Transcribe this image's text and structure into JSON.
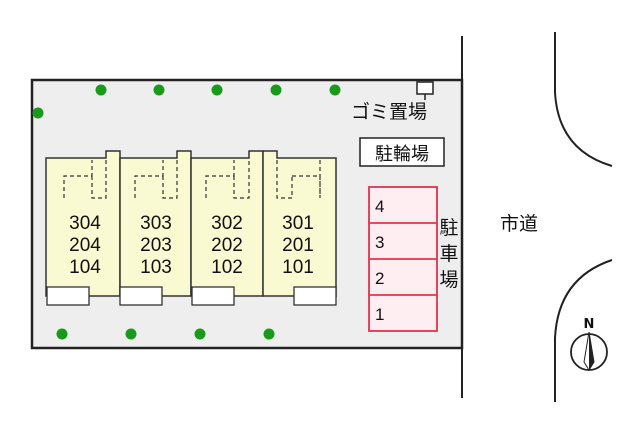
{
  "labels": {
    "garbage": "ゴミ置場",
    "bicycle": "駐輪場",
    "parking_chars": [
      "駐",
      "車",
      "場"
    ],
    "road": "市道",
    "north": "N"
  },
  "buildings": [
    {
      "floors": [
        "304",
        "204",
        "104"
      ]
    },
    {
      "floors": [
        "303",
        "203",
        "103"
      ]
    },
    {
      "floors": [
        "302",
        "202",
        "102"
      ]
    },
    {
      "floors": [
        "301",
        "201",
        "101"
      ]
    }
  ],
  "parking_spaces": [
    "4",
    "3",
    "2",
    "1"
  ],
  "colors": {
    "site_fill": "#eeeeee",
    "building_fill": "#fafad2",
    "parking_border": "#e0344a",
    "parking_fill": "#ffeef1",
    "tree": "#1a9a1a"
  },
  "icons": [
    "tree-icon",
    "compass-icon",
    "garbage-station-icon"
  ]
}
